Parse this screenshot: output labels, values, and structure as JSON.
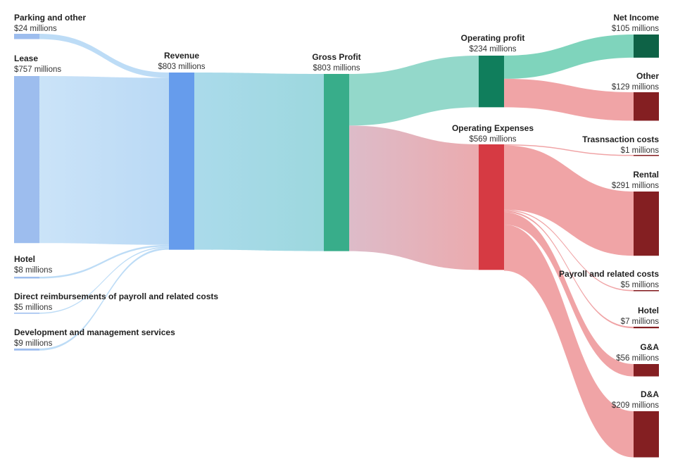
{
  "chart_data": {
    "type": "sankey",
    "unit": "millions",
    "nodes": [
      {
        "id": "parking",
        "name": "Parking and other",
        "value_label": "$24 millions",
        "value": 24,
        "color": "#9dbdee"
      },
      {
        "id": "lease",
        "name": "Lease",
        "value_label": "$757 millions",
        "value": 757,
        "color": "#9dbdee"
      },
      {
        "id": "hotel_in",
        "name": "Hotel",
        "value_label": "$8 millions",
        "value": 8,
        "color": "#9dbdee"
      },
      {
        "id": "reimb",
        "name": "Direct reimbursements of payroll and related costs",
        "value_label": "$5 millions",
        "value": 5,
        "color": "#9dbdee"
      },
      {
        "id": "devmgmt",
        "name": "Development and management services",
        "value_label": "$9 millions",
        "value": 9,
        "color": "#9dbdee"
      },
      {
        "id": "revenue",
        "name": "Revenue",
        "value_label": "$803 millions",
        "value": 803,
        "color": "#669cec"
      },
      {
        "id": "gross",
        "name": "Gross Profit",
        "value_label": "$803 millions",
        "value": 803,
        "color": "#38ad8a"
      },
      {
        "id": "opprofit",
        "name": "Operating profit",
        "value_label": "$234 millions",
        "value": 234,
        "color": "#107e5c"
      },
      {
        "id": "opex",
        "name": "Operating Expenses",
        "value_label": "$569 millions",
        "value": 569,
        "color": "#d63a43"
      },
      {
        "id": "netincome",
        "name": "Net Income",
        "value_label": "$105 millions",
        "value": 105,
        "color": "#0e6246"
      },
      {
        "id": "other",
        "name": "Other",
        "value_label": "$129 millions",
        "value": 129,
        "color": "#841f22"
      },
      {
        "id": "txn",
        "name": "Trasnsaction costs",
        "value_label": "$1 millions",
        "value": 1,
        "color": "#841f22"
      },
      {
        "id": "rental",
        "name": "Rental",
        "value_label": "$291 millions",
        "value": 291,
        "color": "#841f22"
      },
      {
        "id": "payroll",
        "name": "Payroll and related costs",
        "value_label": "$5 millions",
        "value": 5,
        "color": "#841f22"
      },
      {
        "id": "hotel_out",
        "name": "Hotel",
        "value_label": "$7 millions",
        "value": 7,
        "color": "#841f22"
      },
      {
        "id": "ga",
        "name": "G&A",
        "value_label": "$56 millions",
        "value": 56,
        "color": "#841f22"
      },
      {
        "id": "da",
        "name": "D&A",
        "value_label": "$209 millions",
        "value": 209,
        "color": "#841f22"
      }
    ],
    "links": [
      {
        "source": "parking",
        "target": "revenue",
        "value": 24
      },
      {
        "source": "lease",
        "target": "revenue",
        "value": 757
      },
      {
        "source": "hotel_in",
        "target": "revenue",
        "value": 8
      },
      {
        "source": "reimb",
        "target": "revenue",
        "value": 5
      },
      {
        "source": "devmgmt",
        "target": "revenue",
        "value": 9
      },
      {
        "source": "revenue",
        "target": "gross",
        "value": 803
      },
      {
        "source": "gross",
        "target": "opprofit",
        "value": 234
      },
      {
        "source": "gross",
        "target": "opex",
        "value": 569
      },
      {
        "source": "opprofit",
        "target": "netincome",
        "value": 105
      },
      {
        "source": "opprofit",
        "target": "other",
        "value": 129
      },
      {
        "source": "opex",
        "target": "txn",
        "value": 1
      },
      {
        "source": "opex",
        "target": "rental",
        "value": 291
      },
      {
        "source": "opex",
        "target": "payroll",
        "value": 5
      },
      {
        "source": "opex",
        "target": "hotel_out",
        "value": 7
      },
      {
        "source": "opex",
        "target": "ga",
        "value": 56
      },
      {
        "source": "opex",
        "target": "da",
        "value": 209
      }
    ],
    "link_colors": {
      "revenue_in": "#b9daf5",
      "revenue_to_gross": "#9dd5de",
      "to_profit": "#8dd6c7",
      "to_profit_dark": "#78d2b8",
      "to_expense": "#ef9fa1",
      "gross_to_opex_start": "#dbb8c6"
    }
  }
}
